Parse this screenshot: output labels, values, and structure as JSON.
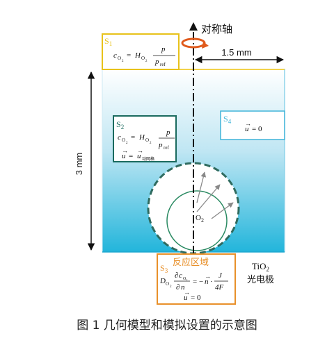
{
  "diagram": {
    "axis_label": "对称轴",
    "width_dim": "1.5 mm",
    "height_dim": "3 mm",
    "caption": "图 1  几何模型和模拟设置的示意图",
    "bubble": {
      "label": "O",
      "sub": "2"
    },
    "electrode": {
      "line1": "TiO",
      "line1_sub": "2",
      "line2": "光电极"
    },
    "s1": {
      "name": "S",
      "sub": "1",
      "color": "#e8c21a"
    },
    "s2": {
      "name": "S",
      "sub": "2",
      "color": "#1a6a5e",
      "mesh_sub": "动网格"
    },
    "s3": {
      "name": "S",
      "sub": "3",
      "title": "反应区域",
      "color": "#e8902a"
    },
    "s4": {
      "name": "S",
      "sub": "4",
      "color": "#40b4d8"
    },
    "colors": {
      "domain_top": "#ffffff",
      "domain_bottom": "#22b5db",
      "axis_rotation_arrow": "#e05a1c"
    }
  }
}
